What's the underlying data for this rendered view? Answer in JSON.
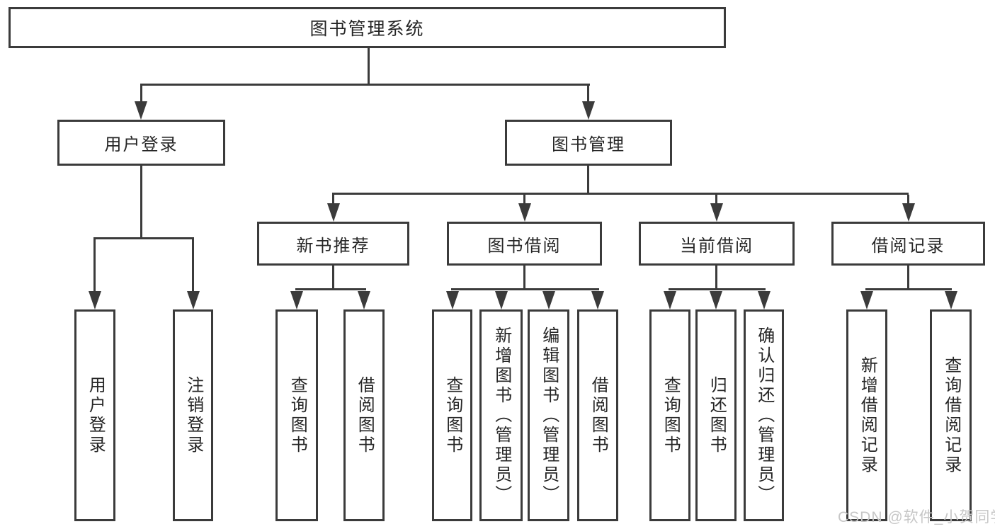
{
  "diagram": {
    "root": {
      "label": "图书管理系统"
    },
    "level2": {
      "user_login": {
        "label": "用户登录"
      },
      "book_mgmt": {
        "label": "图书管理"
      }
    },
    "level3": {
      "new_books": {
        "label": "新书推荐"
      },
      "book_borrow": {
        "label": "图书借阅"
      },
      "current_borrow": {
        "label": "当前借阅"
      },
      "borrow_records": {
        "label": "借阅记录"
      }
    },
    "leaves": {
      "user_login": [
        "用户登录",
        "注销登录"
      ],
      "new_books": [
        "查询图书",
        "借阅图书"
      ],
      "book_borrow": [
        "查询图书",
        "新增图书（管理员）",
        "编辑图书（管理员）",
        "借阅图书"
      ],
      "current_borrow": [
        "查询图书",
        "归还图书",
        "确认归还（管理员）"
      ],
      "borrow_records": [
        "新增借阅记录",
        "查询借阅记录"
      ]
    }
  },
  "watermark": {
    "text": "CSDN @软件_小贺同学"
  },
  "colors": {
    "line": "#3b3b3b",
    "text": "#262626",
    "watermark": "#c7c7c7",
    "background": "#ffffff"
  }
}
